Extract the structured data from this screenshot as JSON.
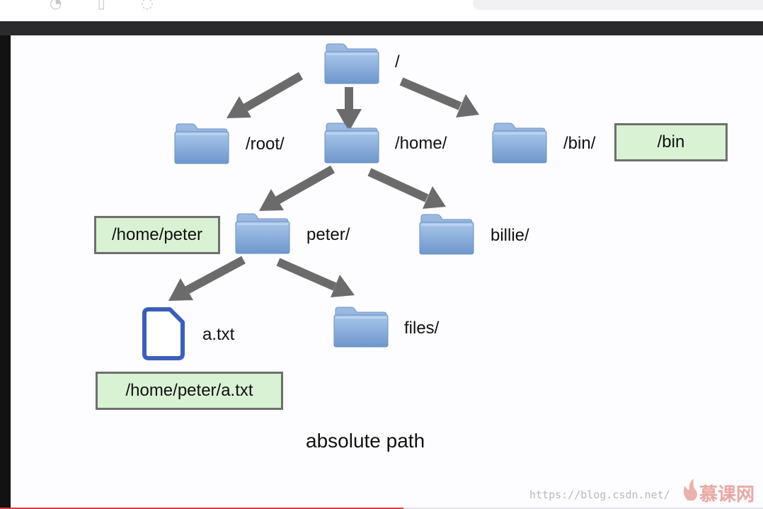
{
  "diagram": {
    "folders": [
      {
        "id": "root-dir",
        "label": "/"
      },
      {
        "id": "root",
        "label": "/root/"
      },
      {
        "id": "home",
        "label": "/home/"
      },
      {
        "id": "bin",
        "label": "/bin/"
      },
      {
        "id": "peter",
        "label": "peter/"
      },
      {
        "id": "billie",
        "label": "billie/"
      },
      {
        "id": "files",
        "label": "files/"
      }
    ],
    "file": {
      "id": "a-txt",
      "label": "a.txt"
    },
    "absolute_paths": {
      "bin": "/bin",
      "peter": "/home/peter",
      "a_txt": "/home/peter/a.txt"
    },
    "edges": [
      [
        "root-dir",
        "root"
      ],
      [
        "root-dir",
        "home"
      ],
      [
        "root-dir",
        "bin"
      ],
      [
        "home",
        "peter"
      ],
      [
        "home",
        "billie"
      ],
      [
        "peter",
        "a-txt"
      ],
      [
        "peter",
        "files"
      ]
    ],
    "caption": "absolute path",
    "colors": {
      "arrow": "#6b6b6b",
      "path_box_fill": "#d9f2d4",
      "folder": "#8fb3dd",
      "file_outline": "#3b5fb8"
    }
  },
  "watermark": {
    "url": "https://blog.csdn.net/",
    "logo": "慕课网",
    "logo_icon": "flame-icon"
  }
}
